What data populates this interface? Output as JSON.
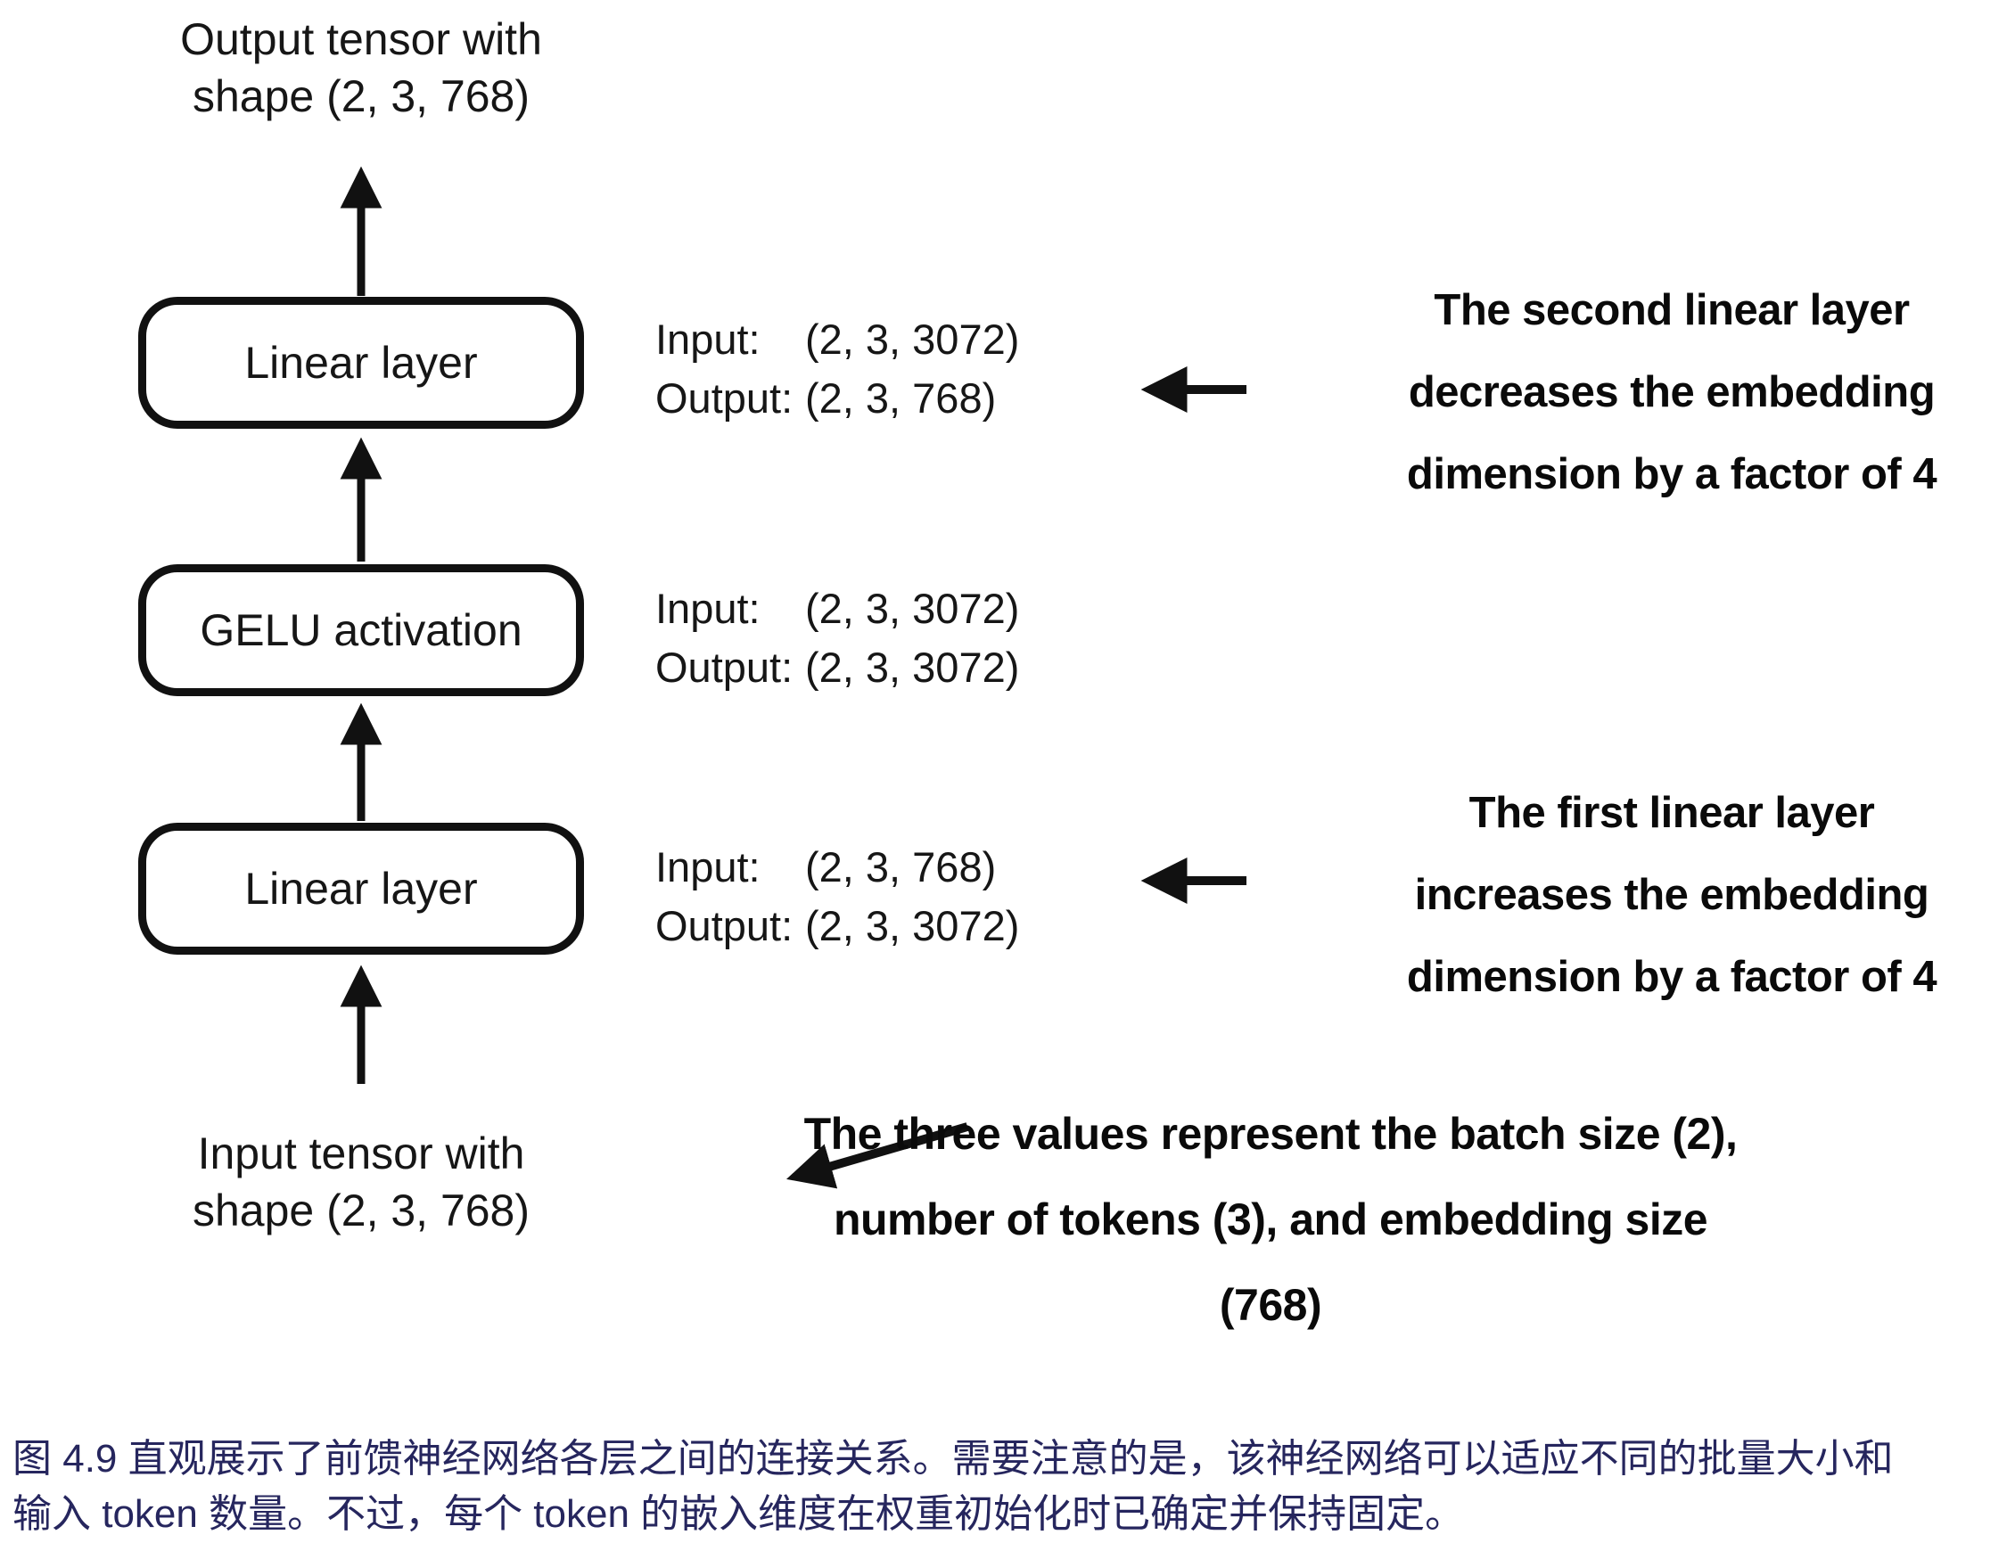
{
  "diagram": {
    "output_tensor": {
      "line1": "Output tensor with",
      "line2": "shape (2, 3, 768)"
    },
    "input_tensor": {
      "line1": "Input tensor with",
      "line2": "shape (2, 3, 768)"
    },
    "layers": [
      {
        "name": "Linear layer",
        "io": {
          "input_label": "Input:",
          "input_value": "(2, 3, 3072)",
          "output_label": "Output:",
          "output_value": "(2, 3, 768)"
        }
      },
      {
        "name": "GELU activation",
        "io": {
          "input_label": "Input:",
          "input_value": "(2, 3, 3072)",
          "output_label": "Output:",
          "output_value": "(2, 3, 3072)"
        }
      },
      {
        "name": "Linear layer",
        "io": {
          "input_label": "Input:",
          "input_value": "(2, 3, 768)",
          "output_label": "Output:",
          "output_value": "(2, 3, 3072)"
        }
      }
    ],
    "annotations": {
      "second_linear": {
        "line1": "The second linear layer",
        "line2": "decreases the embedding",
        "line3": "dimension by a factor of 4"
      },
      "first_linear": {
        "line1": "The first linear layer",
        "line2": "increases the embedding",
        "line3": "dimension by a factor of 4"
      },
      "tensor_values": {
        "line1": "The three values represent the batch size (2),",
        "line2": "number of tokens (3), and embedding size",
        "line3": "(768)"
      }
    },
    "ink_color": "#111111"
  },
  "caption": {
    "line1": "图 4.9 直观展示了前馈神经网络各层之间的连接关系。需要注意的是，该神经网络可以适应不同的批量大小和",
    "line2": "输入 token 数量。不过，每个 token 的嵌入维度在权重初始化时已确定并保持固定。",
    "color": "#26265e"
  }
}
